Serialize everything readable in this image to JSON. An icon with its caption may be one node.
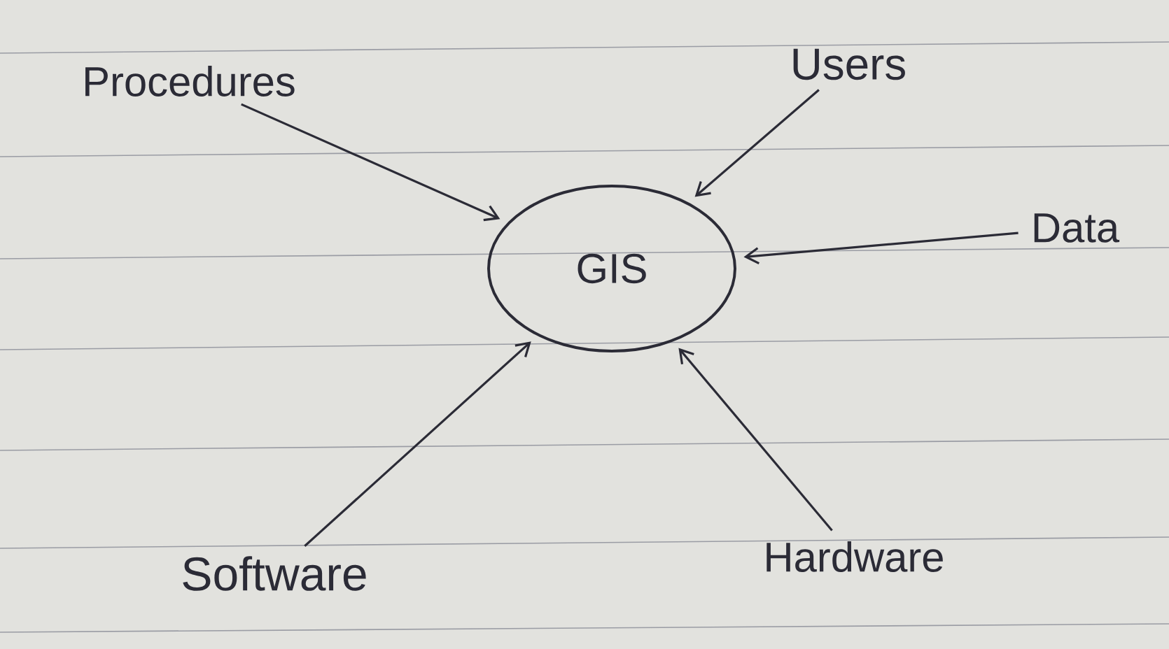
{
  "diagram": {
    "nodes": [
      {
        "text": [
          "GIS"
        ]
      },
      {
        "text": [
          "Procedures"
        ]
      },
      {
        "text": [
          "Users"
        ]
      },
      {
        "text": [
          "Data"
        ]
      },
      {
        "text": [
          "Software"
        ]
      },
      {
        "text": [
          "Hardware"
        ]
      }
    ],
    "edges": [
      {
        "from": 1,
        "to": 0,
        "arrow": "to"
      },
      {
        "from": 2,
        "to": 0,
        "arrow": "to"
      },
      {
        "from": 3,
        "to": 0,
        "arrow": "to"
      },
      {
        "from": 4,
        "to": 0,
        "arrow": "to"
      },
      {
        "from": 5,
        "to": 0,
        "arrow": "to"
      }
    ]
  }
}
